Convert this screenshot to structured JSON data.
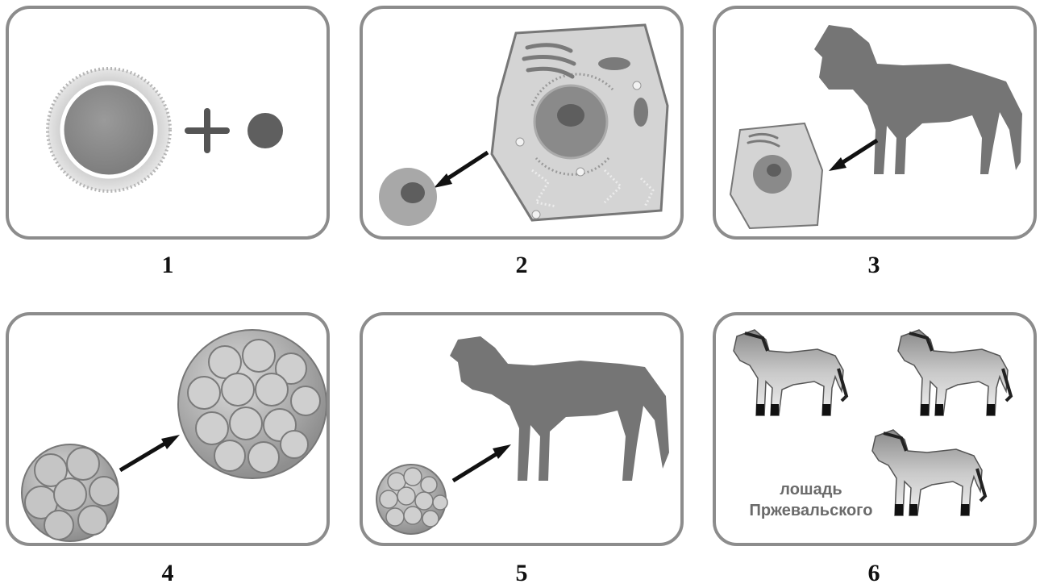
{
  "panels": [
    {
      "number": "1",
      "stage": "fertilization"
    },
    {
      "number": "2",
      "stage": "nucleus-extraction"
    },
    {
      "number": "3",
      "stage": "nucleus-transfer"
    },
    {
      "number": "4",
      "stage": "embryo-development"
    },
    {
      "number": "5",
      "stage": "embryo-implantation"
    },
    {
      "number": "6",
      "stage": "cloned-offspring",
      "caption_line1": "лошадь",
      "caption_line2": "Пржевальского"
    }
  ],
  "colors": {
    "border": "#8c8c8c",
    "silhouette": "#757575",
    "cell_fill": "#d4d4d4",
    "nucleus": "#8a8a8a",
    "nucleolus": "#5e5e5e"
  }
}
